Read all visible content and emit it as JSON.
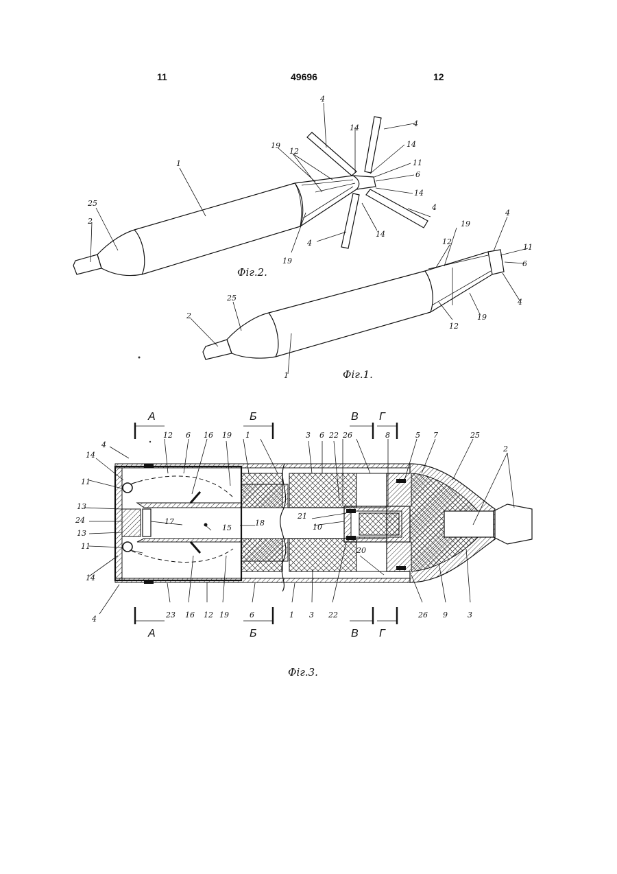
{
  "header": {
    "page_left": "11",
    "patent_number": "49696",
    "page_right": "12"
  },
  "captions": {
    "fig2": "Фіг.2.",
    "fig1": "Фіг.1.",
    "fig3": "Фіг.3."
  },
  "section_marks": {
    "a": "А",
    "b": "Б",
    "v": "В",
    "g": "Г"
  },
  "labels": {
    "n1": "1",
    "n2": "2",
    "n3": "3",
    "n4": "4",
    "n5": "5",
    "n6": "6",
    "n7": "7",
    "n8": "8",
    "n9": "9",
    "n10": "10",
    "n11": "11",
    "n12": "12",
    "n13": "13",
    "n14": "14",
    "n15": "15",
    "n16": "16",
    "n17": "17",
    "n18": "18",
    "n19": "19",
    "n20": "20",
    "n21": "21",
    "n22": "22",
    "n23": "23",
    "n24": "24",
    "n25": "25",
    "n26": "26"
  }
}
